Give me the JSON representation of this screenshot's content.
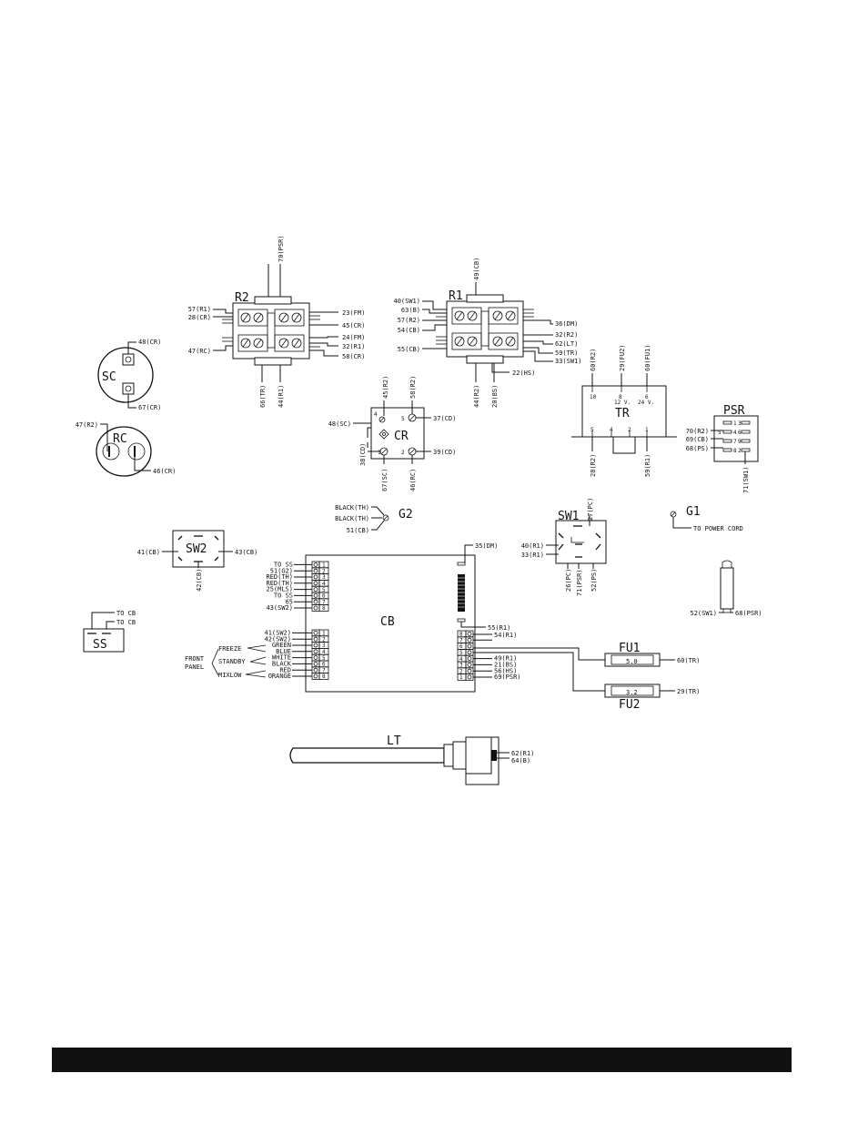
{
  "components": {
    "R2": {
      "title": "R2",
      "left": [
        "57(R1)",
        "28(CR)",
        "47(RC)"
      ],
      "right": [
        "23(FM)",
        "45(CR)",
        "24(FM)",
        "32(R1)",
        "58(CR)"
      ],
      "top": [
        "70(PSR)"
      ],
      "bottom": [
        "66(TR)",
        "44(R1)"
      ]
    },
    "R1": {
      "title": "R1",
      "left": [
        "40(SW1)",
        "63(B)",
        "57(R2)",
        "54(CB)",
        "55(CB)"
      ],
      "right": [
        "36(DM)",
        "32(R2)",
        "62(LT)",
        "59(TR)",
        "33(SW1)"
      ],
      "top": [
        "49(CB)"
      ],
      "bottom": [
        "44(R2)",
        "20(BS)",
        "22(HS)"
      ]
    },
    "SC": {
      "title": "SC",
      "labels": [
        "48(CR)",
        "67(CR)"
      ]
    },
    "RC": {
      "title": "RC",
      "labels": [
        "47(R2)",
        "46(CR)"
      ]
    },
    "CR": {
      "title": "CR",
      "labels": [
        "45(R2)",
        "58(R2)",
        "37(CD)",
        "39(CD)",
        "48(SC)",
        "38(CD)",
        "67(SC)",
        "46(RC)"
      ],
      "pins": [
        "4",
        "5",
        "1",
        "2"
      ]
    },
    "TR": {
      "title": "TR",
      "top": [
        "60(R2)",
        "29(FU2)",
        "60(FU1)"
      ],
      "bottom": [
        "28(R2)",
        "59(R1)"
      ],
      "inner": [
        "10",
        "8",
        "6",
        "12 V.",
        "24 V.",
        "5",
        "4",
        "2",
        "1"
      ]
    },
    "PSR": {
      "title": "PSR",
      "left": [
        "70(R2)",
        "69(CB)",
        "68(PS)"
      ],
      "bottom": [
        "71(SW1)"
      ],
      "pins": [
        "1",
        "2",
        "3",
        "4",
        "5",
        "6",
        "7",
        "8",
        "9"
      ]
    },
    "G2": {
      "title": "G2",
      "labels": [
        "BLACK(TH)",
        "BLACK(TH)",
        "51(CB)"
      ]
    },
    "G1": {
      "title": "G1",
      "label": "TO POWER CORD"
    },
    "SW2": {
      "title": "SW2",
      "labels": [
        "41(CB)",
        "43(CB)",
        "42(CB)"
      ]
    },
    "SW1": {
      "title": "SW1",
      "labels": [
        "27(PC)",
        "40(R1)",
        "33(R1)",
        "26(PC)",
        "71(PSR)",
        "52(PS)"
      ]
    },
    "SS": {
      "title": "SS",
      "labels": [
        "TO CB",
        "TO CB"
      ]
    },
    "CB": {
      "title": "CB",
      "top_left": [
        "TO SS",
        "51(G2)",
        "RED(TH)",
        "RED(TH)",
        "25(MLS)",
        "TO SS",
        "65",
        "43(SW2)"
      ],
      "top_pins": [
        "1",
        "2",
        "3",
        "4",
        "5",
        "6",
        "7",
        "8"
      ],
      "bottom_left": [
        "41(SW2)",
        "42(SW2)",
        "GREEN",
        "BLUE",
        "WHITE",
        "BLACK",
        "RED",
        "ORANGE"
      ],
      "bottom_pins": [
        "1",
        "2",
        "3",
        "4",
        "5",
        "6",
        "7",
        "8"
      ],
      "front_panel": [
        "FRONT",
        "PANEL"
      ],
      "modes": [
        "FREEZE",
        "STANDBY",
        "MIXLOW"
      ],
      "right_top": [
        "35(DM)"
      ],
      "right": [
        "55(R1)",
        "54(R1)",
        "49(R1)",
        "21(BS)",
        "56(HS)",
        "69(PSR)"
      ],
      "right_pins": [
        "8",
        "7",
        "6",
        "5",
        "4",
        "3",
        "2",
        "1"
      ]
    },
    "FU1": {
      "title": "FU1",
      "value": "5.0",
      "label": "60(TR)"
    },
    "FU2": {
      "title": "FU2",
      "value": "3.2",
      "label": "29(TR)"
    },
    "PS": {
      "labels": [
        "52(SW1)",
        "68(PSR)"
      ]
    },
    "LT": {
      "title": "LT",
      "labels": [
        "62(R1)",
        "64(B)"
      ]
    }
  }
}
